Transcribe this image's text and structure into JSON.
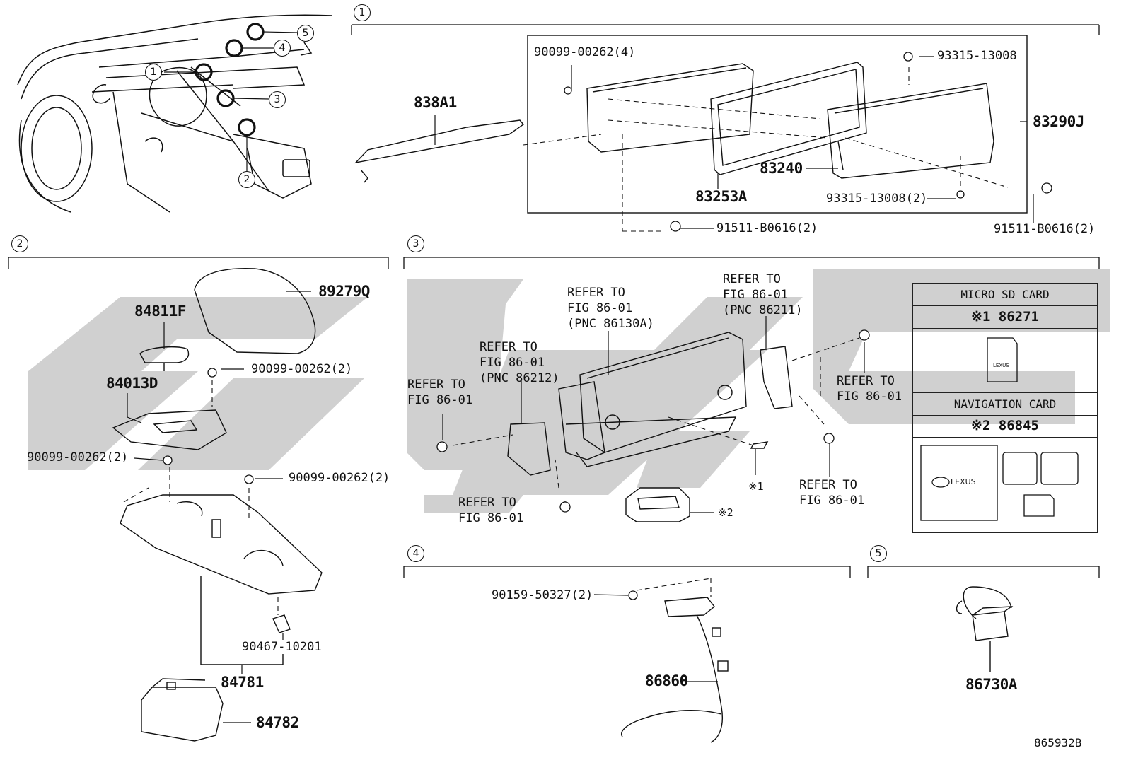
{
  "sections": [
    {
      "id": "1",
      "name": "display-section"
    },
    {
      "id": "2",
      "name": "console-section"
    },
    {
      "id": "3",
      "name": "audio-section"
    },
    {
      "id": "4",
      "name": "antenna-section"
    },
    {
      "id": "5",
      "name": "module-section"
    }
  ],
  "overview_callouts": [
    "1",
    "2",
    "3",
    "4",
    "5"
  ],
  "parts": {
    "p838A1": "838A1",
    "p83290J": "83290J",
    "p83240": "83240",
    "p83253A": "83253A",
    "p90099_4": "90099-00262(4)",
    "p93315": "93315-13008",
    "p93315_2": "93315-13008(2)",
    "p91511_a": "91511-B0616(2)",
    "p91511_b": "91511-B0616(2)",
    "p89279Q": "89279Q",
    "p84811F": "84811F",
    "p84013D": "84013D",
    "p90099_2a": "90099-00262(2)",
    "p90099_2b": "90099-00262(2)",
    "p90099_2c": "90099-00262(2)",
    "p90467": "90467-10201",
    "p84781": "84781",
    "p84782": "84782",
    "p90159": "90159-50327(2)",
    "p86860": "86860",
    "p86730A": "86730A",
    "note1": "※1",
    "note2": "※2"
  },
  "refers": {
    "r1": "REFER TO\nFIG 86-01\n(PNC 86130A)",
    "r2": "REFER TO\nFIG 86-01\n(PNC 86211)",
    "r3": "REFER TO\nFIG 86-01\n(PNC 86212)",
    "r4": "REFER TO\nFIG 86-01",
    "r5": "REFER TO\nFIG 86-01",
    "r6": "REFER TO\nFIG 86-01",
    "r7": "REFER TO\nFIG 86-01"
  },
  "card_panel": {
    "micro_sd_title": "MICRO SD CARD",
    "micro_sd_part": "※1 86271",
    "nav_title": "NAVIGATION CARD",
    "nav_part": "※2 86845",
    "brand": "LEXUS"
  },
  "diagram_id": "865932B"
}
